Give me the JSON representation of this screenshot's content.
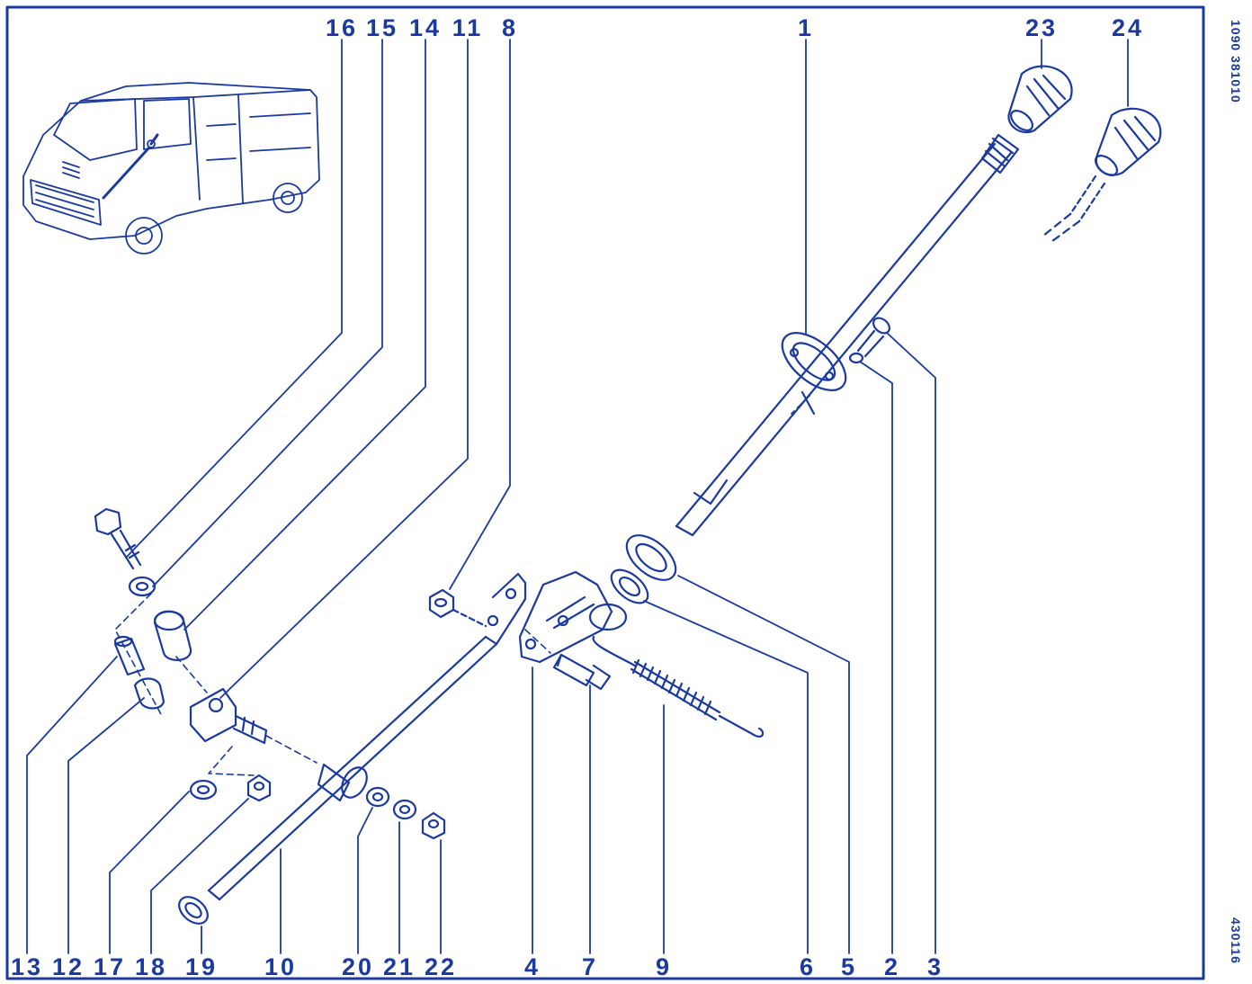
{
  "diagram": {
    "ink_color": "#1b3aa0",
    "background": "#ffffff",
    "reference_codes": {
      "top": "1090  381010",
      "bottom": "430116"
    },
    "callouts_top": [
      "16",
      "15",
      "14",
      "11",
      "8",
      "1",
      "23",
      "24"
    ],
    "callouts_bottom": [
      "13",
      "12",
      "17",
      "18",
      "19",
      "10",
      "20",
      "21",
      "22",
      "4",
      "7",
      "9",
      "6",
      "5",
      "2",
      "3"
    ],
    "icons": [
      "van-illustration",
      "gear-lever",
      "knob",
      "bolt",
      "nut",
      "washer",
      "bushing",
      "spring",
      "bracket"
    ]
  }
}
